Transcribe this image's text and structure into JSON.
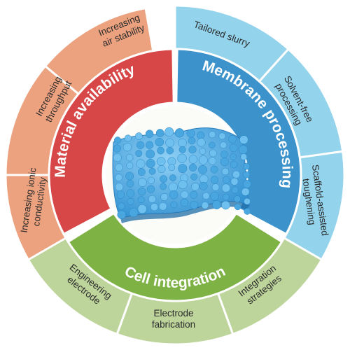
{
  "colors": {
    "red_outer": "#eca27f",
    "red_inner": "#d74747",
    "blue_outer": "#93d3ec",
    "blue_inner": "#3c93cc",
    "green_outer": "#bdd49a",
    "green_inner": "#7eb245",
    "center_fill": "#fbfbf8",
    "membrane": "#55aee3"
  },
  "inner_sectors": {
    "material": "Material availability",
    "membrane": "Membrane processing",
    "cell": "Cell integration"
  },
  "outer_segments": {
    "increasing_air_stability": [
      "Increasing",
      "air stability"
    ],
    "increasing_throughput": [
      "Increasing",
      "throughput"
    ],
    "increasing_ionic_conductivity": [
      "Increasing ionic",
      "conductivity"
    ],
    "tailored_slurry": [
      "Tailored slurry"
    ],
    "solvent_free_processing": [
      "Solvent-free",
      "processing"
    ],
    "scaffold_assisted_toughening": [
      "Scaffold-assisted",
      "toughening"
    ],
    "engineering_electrode": [
      "Engineering",
      "electrode"
    ],
    "electrode_fabrication": [
      "Electrode",
      "fabrication"
    ],
    "integration_strategies": [
      "Integration",
      "strategies"
    ]
  }
}
